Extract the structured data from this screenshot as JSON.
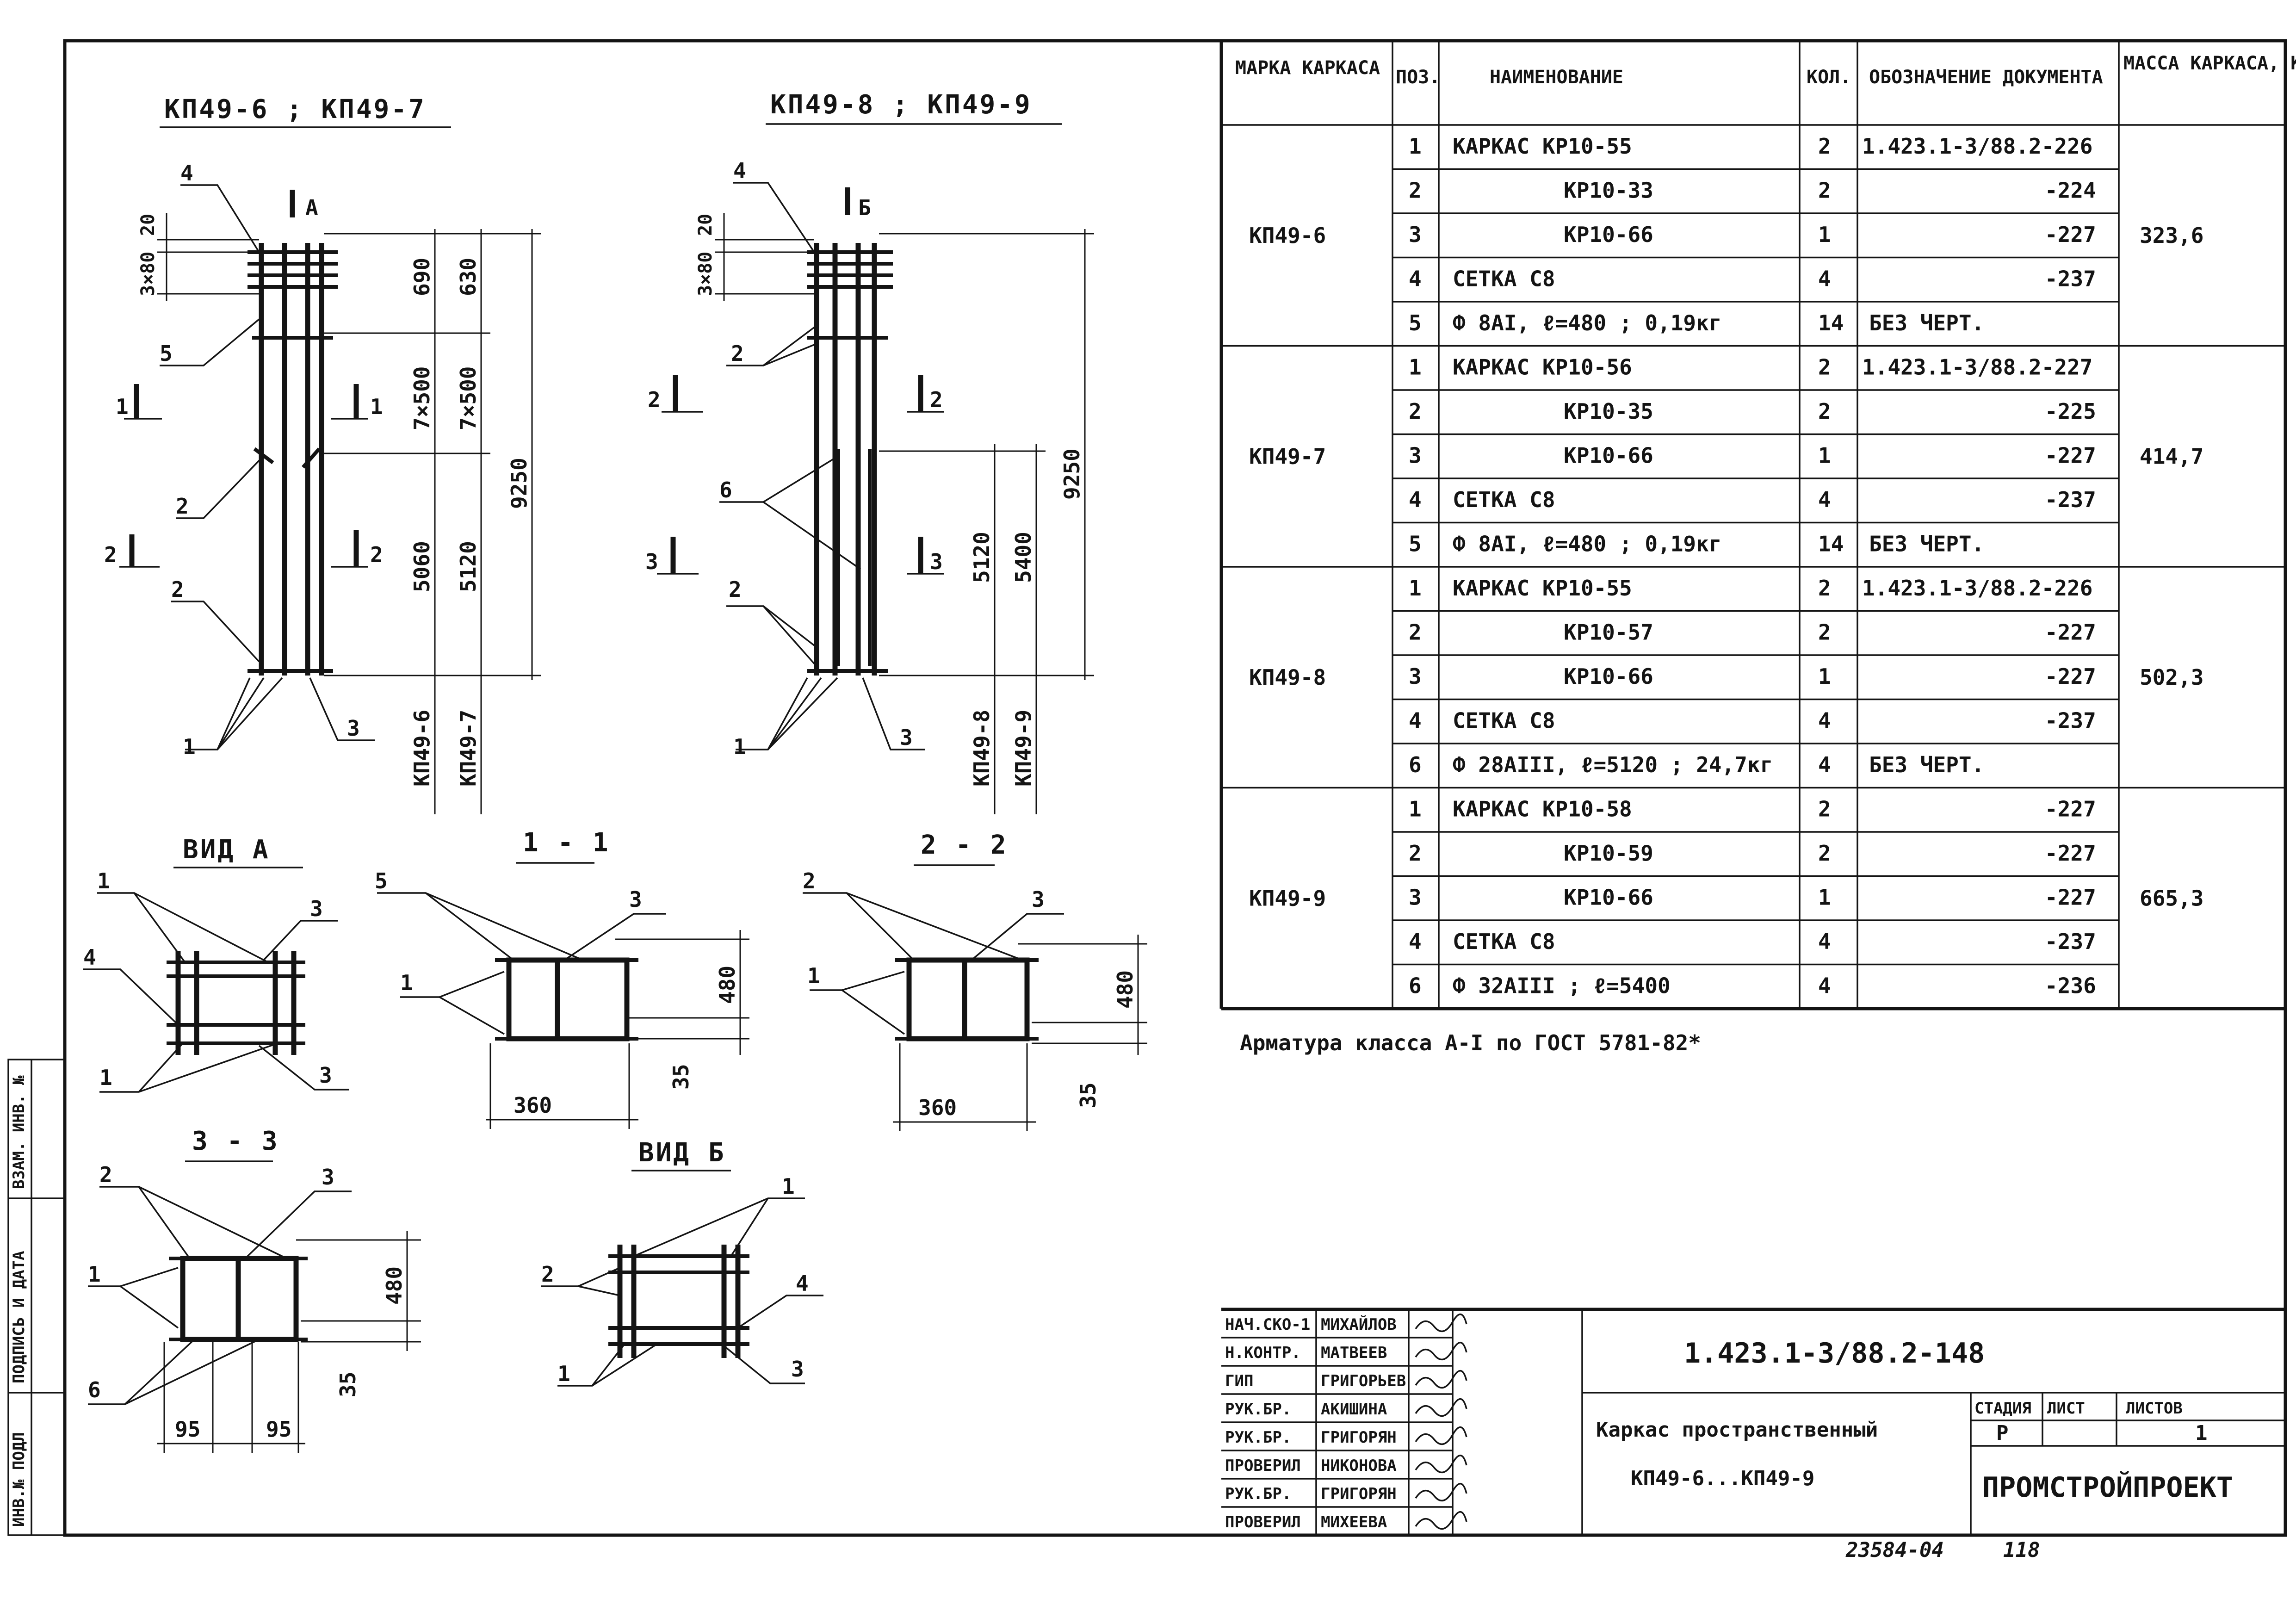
{
  "titles": {
    "elev_left": "КП49-6 ; КП49-7",
    "elev_right": "КП49-8 ; КП49-9",
    "view_a": "ВИД А",
    "view_b": "ВИД Б",
    "sec_11": "1 - 1",
    "sec_22": "2 - 2",
    "sec_33": "3 - 3"
  },
  "elev_left": {
    "view_mark": "А",
    "pos_labels": [
      "4",
      "5",
      "2",
      "2",
      "1",
      "3"
    ],
    "section_marks": [
      "1",
      "1",
      "2",
      "2"
    ],
    "left_dims": [
      "20",
      "3×80"
    ],
    "dim_col1": [
      "690",
      "7×500",
      "5060"
    ],
    "dim_col2": [
      "630",
      "7×500",
      "5120"
    ],
    "total": "9250",
    "brand_1": "КП49-6",
    "brand_2": "КП49-7"
  },
  "elev_right": {
    "view_mark": "Б",
    "pos_labels": [
      "4",
      "2",
      "6",
      "2",
      "1",
      "3"
    ],
    "section_marks": [
      "2",
      "2",
      "3",
      "3"
    ],
    "left_dims": [
      "20",
      "3×80"
    ],
    "dim_col1": [
      "5120"
    ],
    "dim_col2": [
      "5400"
    ],
    "total": "9250",
    "brand_1": "КП49-8",
    "brand_2": "КП49-9"
  },
  "view_a": {
    "labels": [
      "1",
      "3",
      "4",
      "1",
      "3"
    ]
  },
  "sec_11": {
    "labels": [
      "5",
      "3",
      "1"
    ],
    "dims": [
      "480",
      "35",
      "360"
    ]
  },
  "sec_22": {
    "labels": [
      "2",
      "3",
      "1"
    ],
    "dims": [
      "480",
      "35",
      "360"
    ]
  },
  "sec_33": {
    "labels": [
      "2",
      "3",
      "1",
      "6"
    ],
    "dims": [
      "480",
      "35",
      "95",
      "95"
    ]
  },
  "view_b": {
    "labels": [
      "1",
      "2",
      "4",
      "1",
      "3"
    ]
  },
  "spec": {
    "headers": [
      "МАРКА КАРКАСА",
      "ПОЗ.",
      "НАИМЕНОВАНИЕ",
      "КОЛ.",
      "ОБОЗНАЧЕНИЕ ДОКУМЕНТА",
      "МАССА КАРКАСА, КГ"
    ],
    "groups": [
      {
        "mark": "КП49-6",
        "mass": "323,6",
        "rows": [
          {
            "pos": "1",
            "name": "КАРКАС КР10-55",
            "qty": "2",
            "doc": "1.423.1-3/88.2-226"
          },
          {
            "pos": "2",
            "name": "КР10-33",
            "qty": "2",
            "doc": "-224"
          },
          {
            "pos": "3",
            "name": "КР10-66",
            "qty": "1",
            "doc": "-227"
          },
          {
            "pos": "4",
            "name": "СЕТКА С8",
            "qty": "4",
            "doc": "-237"
          },
          {
            "pos": "5",
            "name": "Ф 8АI, ℓ=480 ; 0,19кг",
            "qty": "14",
            "doc": "БЕЗ ЧЕРТ."
          }
        ]
      },
      {
        "mark": "КП49-7",
        "mass": "414,7",
        "rows": [
          {
            "pos": "1",
            "name": "КАРКАС КР10-56",
            "qty": "2",
            "doc": "1.423.1-3/88.2-227"
          },
          {
            "pos": "2",
            "name": "КР10-35",
            "qty": "2",
            "doc": "-225"
          },
          {
            "pos": "3",
            "name": "КР10-66",
            "qty": "1",
            "doc": "-227"
          },
          {
            "pos": "4",
            "name": "СЕТКА С8",
            "qty": "4",
            "doc": "-237"
          },
          {
            "pos": "5",
            "name": "Ф 8АI, ℓ=480 ; 0,19кг",
            "qty": "14",
            "doc": "БЕЗ ЧЕРТ."
          }
        ]
      },
      {
        "mark": "КП49-8",
        "mass": "502,3",
        "rows": [
          {
            "pos": "1",
            "name": "КАРКАС КР10-55",
            "qty": "2",
            "doc": "1.423.1-3/88.2-226"
          },
          {
            "pos": "2",
            "name": "КР10-57",
            "qty": "2",
            "doc": "-227"
          },
          {
            "pos": "3",
            "name": "КР10-66",
            "qty": "1",
            "doc": "-227"
          },
          {
            "pos": "4",
            "name": "СЕТКА С8",
            "qty": "4",
            "doc": "-237"
          },
          {
            "pos": "6",
            "name": "Ф 28АIII, ℓ=5120 ; 24,7кг",
            "qty": "4",
            "doc": "БЕЗ ЧЕРТ."
          }
        ]
      },
      {
        "mark": "КП49-9",
        "mass": "665,3",
        "rows": [
          {
            "pos": "1",
            "name": "КАРКАС КР10-58",
            "qty": "2",
            "doc": "-227"
          },
          {
            "pos": "2",
            "name": "КР10-59",
            "qty": "2",
            "doc": "-227"
          },
          {
            "pos": "3",
            "name": "КР10-66",
            "qty": "1",
            "doc": "-227"
          },
          {
            "pos": "4",
            "name": "СЕТКА С8",
            "qty": "4",
            "doc": "-237"
          },
          {
            "pos": "6",
            "name": "Ф 32АIII ; ℓ=5400",
            "qty": "4",
            "doc": "-236"
          }
        ]
      }
    ]
  },
  "note": "Арматура класса А-I по ГОСТ 5781-82*",
  "side_stamp": [
    "ИНВ.№ ПОДЛ",
    "ПОДПИСЬ И ДАТА",
    "ВЗАМ. ИНВ. №"
  ],
  "title_block": {
    "roles": [
      {
        "role": "НАЧ.СКО-1",
        "name": "МИХАЙЛОВ"
      },
      {
        "role": "Н.КОНТР.",
        "name": "МАТВЕЕВ"
      },
      {
        "role": "ГИП",
        "name": "ГРИГОРЬЕВ"
      },
      {
        "role": "РУК.БР.",
        "name": "АКИШИНА"
      },
      {
        "role": "РУК.БР.",
        "name": "ГРИГОРЯН"
      },
      {
        "role": "ПРОВЕРИЛ",
        "name": "НИКОНОВА"
      },
      {
        "role": "РУК.БР.",
        "name": "ГРИГОРЯН"
      },
      {
        "role": "ПРОВЕРИЛ",
        "name": "МИХЕЕВА"
      }
    ],
    "doc_code": "1.423.1-3/88.2-148",
    "name_line1": "Каркас пространственный",
    "name_line2": "КП49-6...КП49-9",
    "stage_label": "СТАДИЯ",
    "sheet_label": "ЛИСТ",
    "sheets_label": "ЛИСТОВ",
    "stage": "Р",
    "sheets": "1",
    "company": "ПРОМСТРОЙПРОЕКТ"
  },
  "footer": {
    "archive": "23584-04",
    "page": "118"
  }
}
